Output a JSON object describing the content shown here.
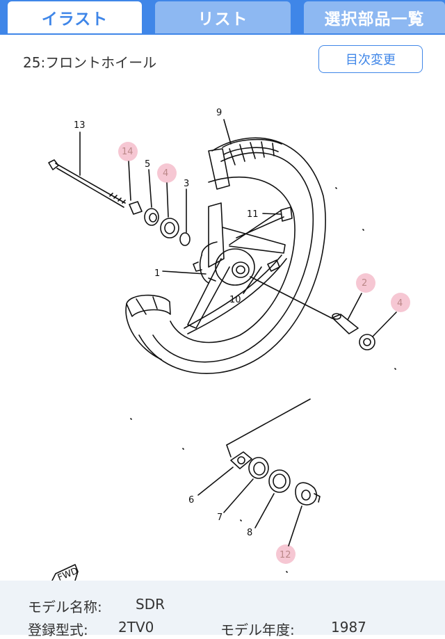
{
  "tabs": [
    {
      "label": "イラスト",
      "active": true
    },
    {
      "label": "リスト",
      "active": false
    },
    {
      "label": "選択部品一覧",
      "active": false
    }
  ],
  "header": {
    "title": "25:フロントホイール",
    "toc_button": "目次変更"
  },
  "diagram": {
    "callouts": [
      "1",
      "2",
      "3",
      "4",
      "5",
      "6",
      "7",
      "8",
      "9",
      "10",
      "11",
      "12",
      "13",
      "14"
    ],
    "selected_callouts": [
      "2",
      "4",
      "12",
      "14"
    ],
    "fwd_label": "FWD",
    "highlight_color": "#f6c7d3"
  },
  "info": {
    "model_name_label": "モデル名称:",
    "model_name_value": "SDR",
    "reg_type_label": "登録型式:",
    "reg_type_value": "2TV0",
    "model_year_label": "モデル年度:",
    "model_year_value": "1987"
  },
  "colors": {
    "accent": "#3f86e8",
    "tab_inactive": "#8db8f2",
    "info_bg": "#eef3f8"
  }
}
